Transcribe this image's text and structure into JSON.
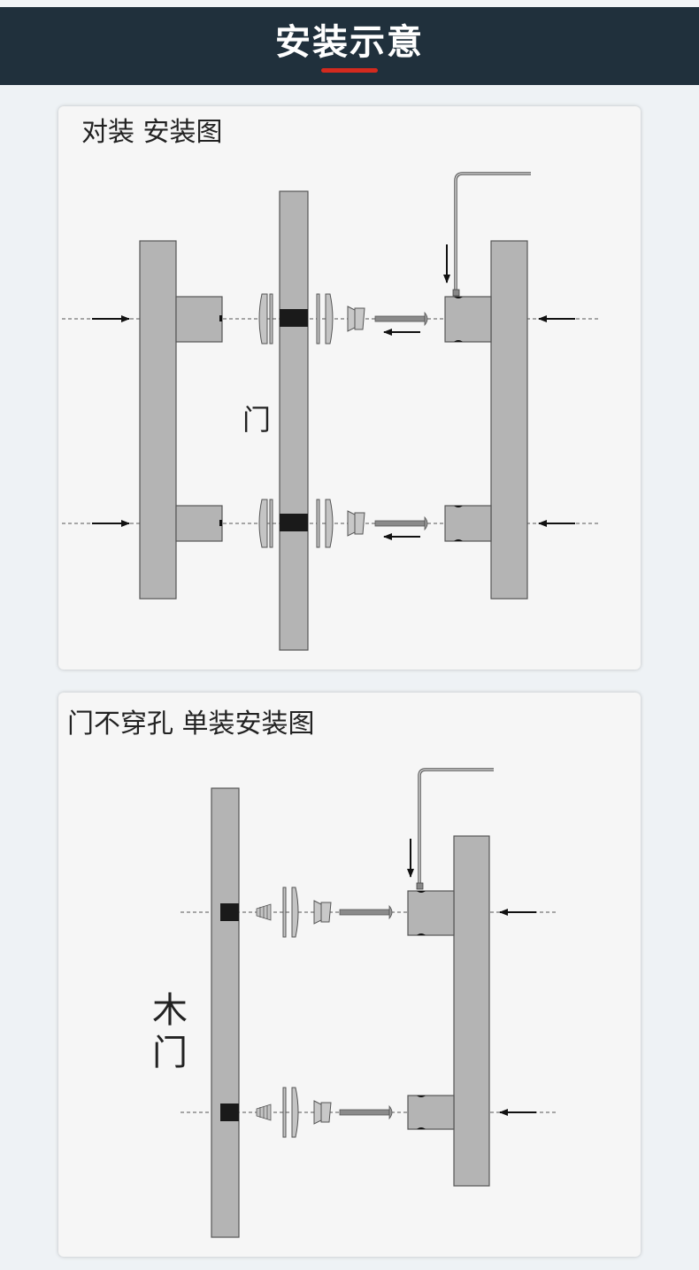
{
  "header": {
    "title": "安装示意",
    "accent_color": "#d42a1e",
    "background_color": "#20303c"
  },
  "sections": [
    {
      "title": "对装 安装图",
      "door_label": "门"
    },
    {
      "title": "门不穿孔 单装安装图",
      "door_label_line1": "木",
      "door_label_line2": "门"
    }
  ],
  "colors": {
    "part_fill": "#b4b4b4",
    "part_stroke": "#555555",
    "hole_fill": "#1a1a1a",
    "arrow": "#111111"
  }
}
